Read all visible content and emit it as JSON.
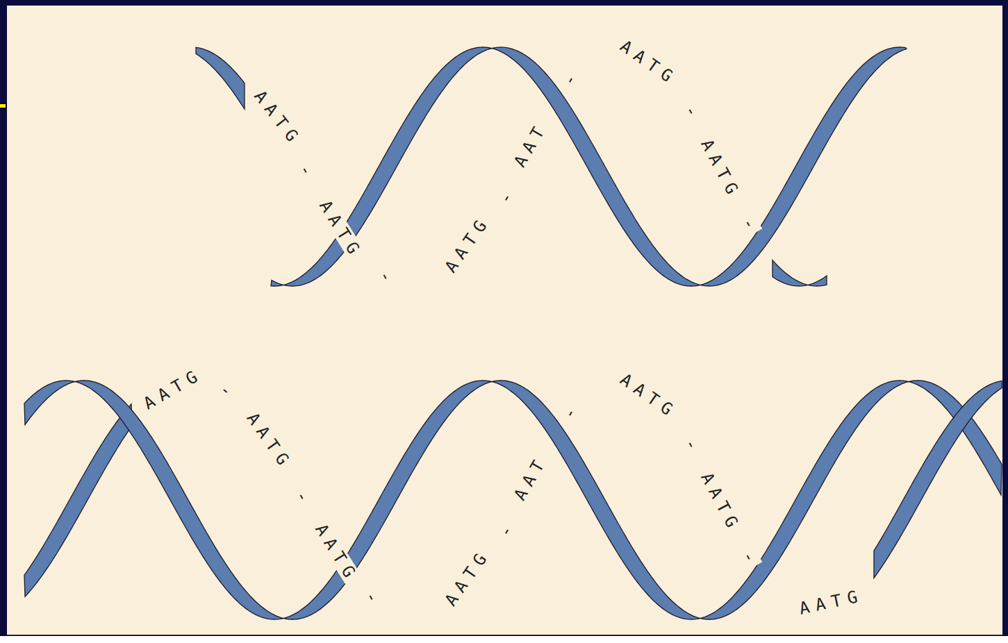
{
  "diagram": {
    "labels": [
      "AATG",
      "-",
      "AATG",
      "-",
      "AATG",
      "-",
      "AAT",
      "-",
      "AATG",
      "-",
      "AATG",
      "-",
      "AATG",
      "-",
      "AATG",
      "-",
      "AATG",
      "-",
      "AATG",
      "-",
      "AAT",
      "-",
      "AATG",
      "-",
      "AATG",
      "-",
      "AATG"
    ]
  }
}
